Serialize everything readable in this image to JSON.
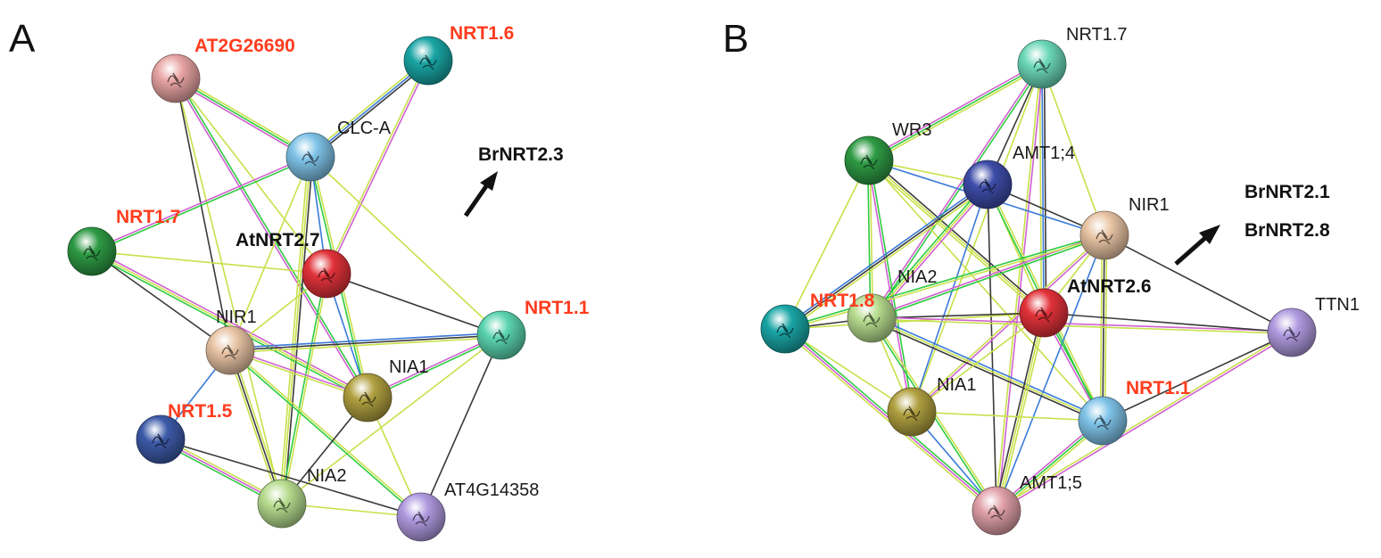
{
  "panels": [
    {
      "letter": "A",
      "annotation": [
        "BrNRT2.3"
      ],
      "nodes": {
        "AT2G26690": {
          "label": "AT2G26690",
          "color": "#e8a4a4",
          "style": "hl"
        },
        "NRT1.6": {
          "label": "NRT1.6",
          "color": "#1aa5a5",
          "style": "hl"
        },
        "CLC-A": {
          "label": "CLC-A",
          "color": "#7fc3e8",
          "style": "normal"
        },
        "NRT1.7": {
          "label": "NRT1.7",
          "color": "#2e9a44",
          "style": "hl"
        },
        "AtNRT2.7": {
          "label": "AtNRT2.7",
          "color": "#e2323a",
          "style": "bold"
        },
        "NRT1.1": {
          "label": "NRT1.1",
          "color": "#5ad4ae",
          "style": "hl"
        },
        "NIR1": {
          "label": "NIR1",
          "color": "#e8c4a4",
          "style": "normal"
        },
        "NIA1": {
          "label": "NIA1",
          "color": "#b0a040",
          "style": "normal"
        },
        "NRT1.5": {
          "label": "NRT1.5",
          "color": "#3d5aa8",
          "style": "hl"
        },
        "NIA2": {
          "label": "NIA2",
          "color": "#b6dc8e",
          "style": "normal"
        },
        "AT4G14358": {
          "label": "AT4G14358",
          "color": "#b09ae0",
          "style": "normal"
        }
      },
      "edges": [
        [
          "AT2G26690",
          "CLC-A"
        ],
        [
          "AT2G26690",
          "NIR1"
        ],
        [
          "AT2G26690",
          "AtNRT2.7"
        ],
        [
          "AT2G26690",
          "NIA1"
        ],
        [
          "AT2G26690",
          "NIA2"
        ],
        [
          "NRT1.6",
          "CLC-A"
        ],
        [
          "NRT1.6",
          "AtNRT2.7"
        ],
        [
          "CLC-A",
          "NIR1"
        ],
        [
          "CLC-A",
          "AtNRT2.7"
        ],
        [
          "CLC-A",
          "NIA1"
        ],
        [
          "CLC-A",
          "NIA2"
        ],
        [
          "CLC-A",
          "NRT1.1"
        ],
        [
          "CLC-A",
          "NRT1.7"
        ],
        [
          "NRT1.7",
          "AtNRT2.7"
        ],
        [
          "NRT1.7",
          "NIR1"
        ],
        [
          "NRT1.7",
          "NIA1"
        ],
        [
          "AtNRT2.7",
          "NIR1"
        ],
        [
          "AtNRT2.7",
          "NIA1"
        ],
        [
          "AtNRT2.7",
          "NIA2"
        ],
        [
          "AtNRT2.7",
          "NRT1.1"
        ],
        [
          "NRT1.1",
          "NIR1"
        ],
        [
          "NRT1.1",
          "NIA1"
        ],
        [
          "NRT1.1",
          "NIA2"
        ],
        [
          "NRT1.1",
          "AT4G14358"
        ],
        [
          "NIR1",
          "NIA1"
        ],
        [
          "NIR1",
          "NIA2"
        ],
        [
          "NIR1",
          "NRT1.5"
        ],
        [
          "NIR1",
          "AT4G14358"
        ],
        [
          "NIA1",
          "NIA2"
        ],
        [
          "NIA1",
          "AT4G14358"
        ],
        [
          "NIA2",
          "NRT1.5"
        ],
        [
          "NIA2",
          "AT4G14358"
        ],
        [
          "NRT1.5",
          "AT4G14358"
        ]
      ]
    },
    {
      "letter": "B",
      "annotation": [
        "BrNRT2.1",
        "BrNRT2.8"
      ],
      "nodes": {
        "NRT1.7": {
          "label": "NRT1.7",
          "color": "#6cd8b8",
          "style": "normal"
        },
        "WR3": {
          "label": "WR3",
          "color": "#2e9a44",
          "style": "normal"
        },
        "AMT1;4": {
          "label": "AMT1;4",
          "color": "#3d4ca8",
          "style": "normal"
        },
        "NIR1": {
          "label": "NIR1",
          "color": "#e8c4a4",
          "style": "normal"
        },
        "TEAL": {
          "label": "",
          "color": "#1aa5a5",
          "style": "normal"
        },
        "NRT1.8": {
          "label": "NRT1.8",
          "color": "#b6dc8e",
          "style": "hl"
        },
        "NIA2": {
          "label": "NIA2",
          "color": "#b6dc8e",
          "style": "normal"
        },
        "AtNRT2.6": {
          "label": "AtNRT2.6",
          "color": "#e2323a",
          "style": "bold"
        },
        "TTN1": {
          "label": "TTN1",
          "color": "#b09ae0",
          "style": "normal"
        },
        "NIA1": {
          "label": "NIA1",
          "color": "#b0a040",
          "style": "normal"
        },
        "NRT1.1": {
          "label": "NRT1.1",
          "color": "#7fc3e8",
          "style": "hl"
        },
        "AMT1;5": {
          "label": "AMT1;5",
          "color": "#e0a0a8",
          "style": "normal"
        }
      },
      "edges": [
        [
          "NRT1.7",
          "WR3"
        ],
        [
          "NRT1.7",
          "AMT1;4"
        ],
        [
          "NRT1.7",
          "NIR1"
        ],
        [
          "NRT1.7",
          "NIA2"
        ],
        [
          "NRT1.7",
          "NIA1"
        ],
        [
          "NRT1.7",
          "AtNRT2.6"
        ],
        [
          "NRT1.7",
          "AMT1;5"
        ],
        [
          "WR3",
          "AMT1;4"
        ],
        [
          "WR3",
          "NIR1"
        ],
        [
          "WR3",
          "NIA2"
        ],
        [
          "WR3",
          "AtNRT2.6"
        ],
        [
          "WR3",
          "TEAL"
        ],
        [
          "WR3",
          "NIA1"
        ],
        [
          "WR3",
          "NRT1.1"
        ],
        [
          "AMT1;4",
          "NIR1"
        ],
        [
          "AMT1;4",
          "NIA2"
        ],
        [
          "AMT1;4",
          "AtNRT2.6"
        ],
        [
          "AMT1;4",
          "NIA1"
        ],
        [
          "AMT1;4",
          "NRT1.1"
        ],
        [
          "AMT1;4",
          "AMT1;5"
        ],
        [
          "AMT1;4",
          "TEAL"
        ],
        [
          "NIR1",
          "NIA2"
        ],
        [
          "NIR1",
          "AtNRT2.6"
        ],
        [
          "NIR1",
          "TTN1"
        ],
        [
          "NIR1",
          "NIA1"
        ],
        [
          "NIR1",
          "NRT1.1"
        ],
        [
          "NIR1",
          "AMT1;5"
        ],
        [
          "NIR1",
          "TEAL"
        ],
        [
          "TEAL",
          "NIA2"
        ],
        [
          "TEAL",
          "NIA1"
        ],
        [
          "TEAL",
          "AMT1;5"
        ],
        [
          "TEAL",
          "AtNRT2.6"
        ],
        [
          "NIA2",
          "AtNRT2.6"
        ],
        [
          "NIA2",
          "TTN1"
        ],
        [
          "NIA2",
          "NIA1"
        ],
        [
          "NIA2",
          "NRT1.1"
        ],
        [
          "NIA2",
          "AMT1;5"
        ],
        [
          "AtNRT2.6",
          "TTN1"
        ],
        [
          "AtNRT2.6",
          "NIA1"
        ],
        [
          "AtNRT2.6",
          "NRT1.1"
        ],
        [
          "AtNRT2.6",
          "AMT1;5"
        ],
        [
          "TTN1",
          "NRT1.1"
        ],
        [
          "TTN1",
          "AMT1;5"
        ],
        [
          "NIA1",
          "NRT1.1"
        ],
        [
          "NIA1",
          "AMT1;5"
        ],
        [
          "NRT1.1",
          "AMT1;5"
        ]
      ]
    }
  ]
}
